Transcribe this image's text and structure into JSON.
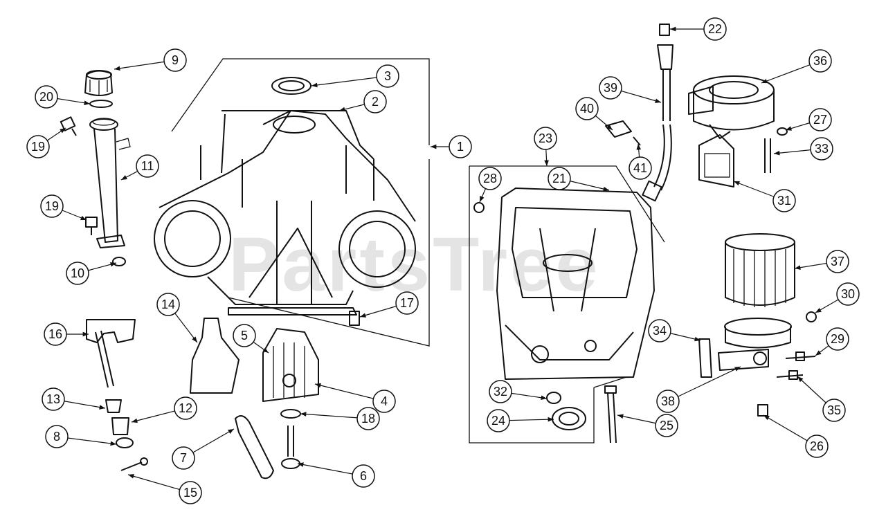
{
  "watermark": "PartsTree",
  "callouts": [
    "9",
    "20",
    "19",
    "11",
    "19",
    "10",
    "3",
    "2",
    "1",
    "17",
    "16",
    "14",
    "5",
    "4",
    "13",
    "12",
    "8",
    "7",
    "18",
    "6",
    "15",
    "22",
    "39",
    "40",
    "41",
    "36",
    "27",
    "33",
    "31",
    "23",
    "21",
    "28",
    "37",
    "30",
    "34",
    "29",
    "38",
    "35",
    "32",
    "24",
    "25",
    "26"
  ]
}
